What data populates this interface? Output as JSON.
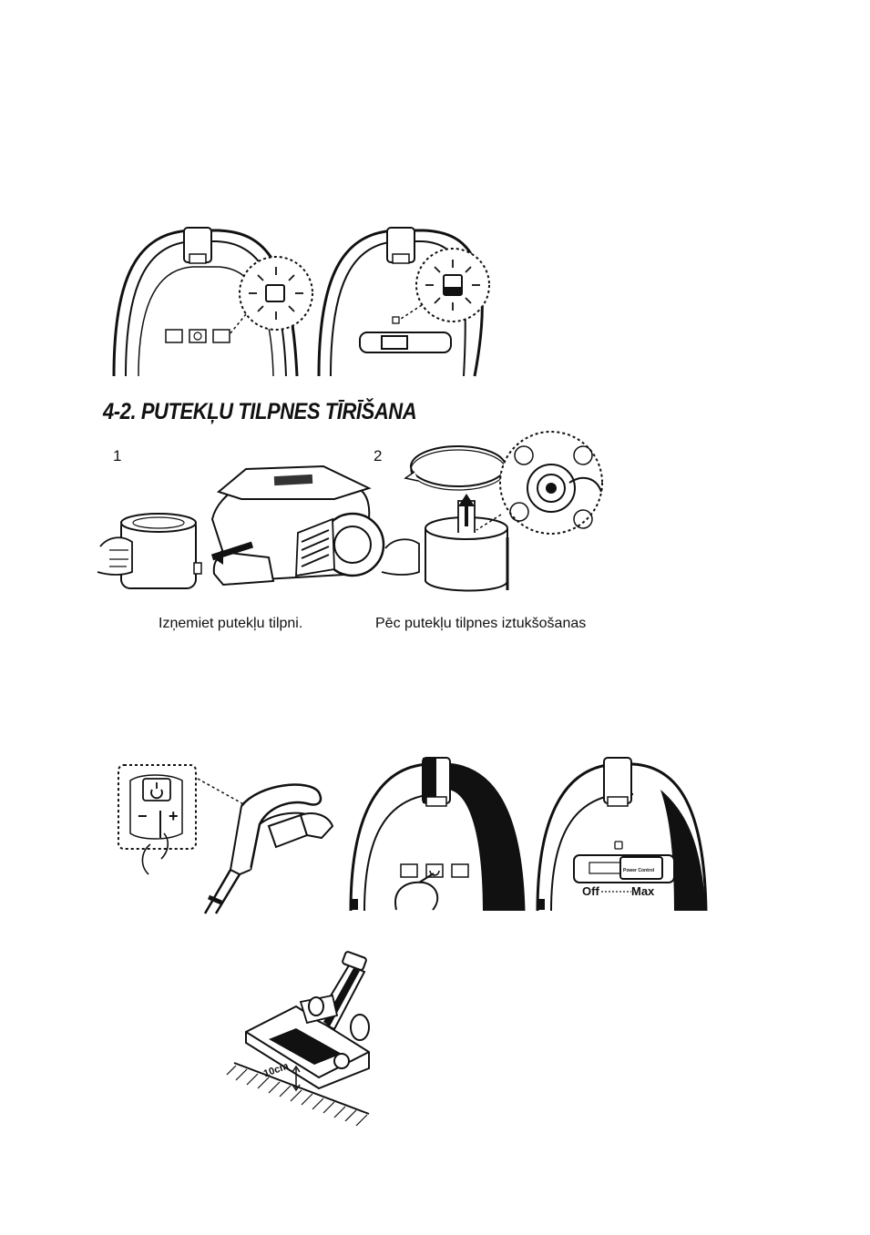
{
  "section_heading": "4-2. PUTEKĻU TILPNES TĪRĪŠANA",
  "steps": [
    {
      "number": "1",
      "caption": "Izņemiet putekļu tilpni."
    },
    {
      "number": "2",
      "caption": "Pēc putekļu tilpnes iztukšošanas"
    }
  ],
  "power_control": {
    "label": "Power Control",
    "min_label": "Off",
    "max_label": "Max"
  },
  "handle_control": {
    "minus": "−",
    "plus": "+"
  },
  "nozzle_height": "10cm"
}
